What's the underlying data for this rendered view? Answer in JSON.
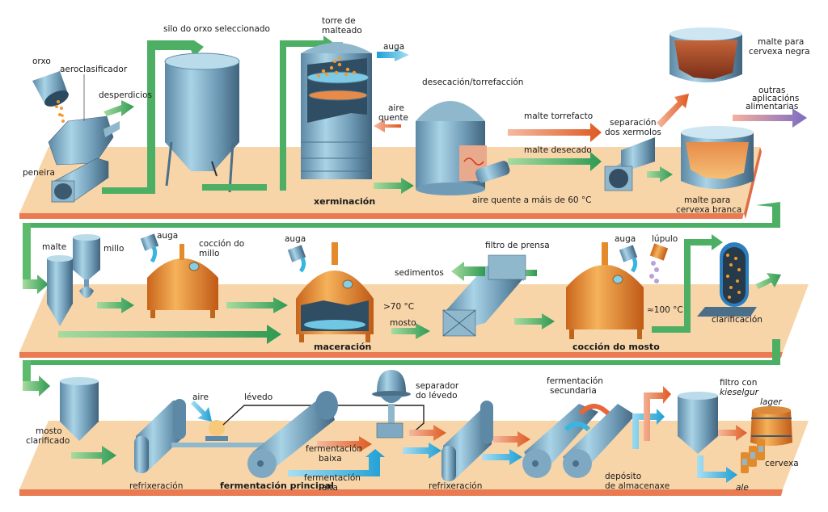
{
  "title": "Proceso de elaboración da cervexa",
  "colors": {
    "platform_top": "#f8d5a8",
    "platform_edge": "#e97a52",
    "flow_green": "#4caf64",
    "flow_orange": "#e8663a",
    "flow_blue": "#39b5e2",
    "flow_purple": "#8a6fc0",
    "tank_steel": "#7fa9c2",
    "copper": "#e38a2a"
  },
  "stages": [
    {
      "name": "malteado",
      "labels": {
        "orxo": "orxo",
        "aeroclasificador": "aeroclasificador",
        "desperdicios": "desperdicios",
        "peneira": "peneira",
        "silo": "silo do orxo seleccionado",
        "torre_1": "torre de",
        "torre_2": "malteado",
        "auga": "auga",
        "aire_1": "aire",
        "aire_2": "quente",
        "xerminacion": "xerminación",
        "desecacion": "desecación/torrefacción",
        "malte_torrefacto": "malte torrefacto",
        "malte_desecado": "malte desecado",
        "aire_quente_60": "aire quente a máis de 60 °C",
        "separacion_1": "separación",
        "separacion_2": "dos xermolos",
        "negra_1": "malte para",
        "negra_2": "cervexa negra",
        "outras_1": "outras",
        "outras_2": "aplicacións",
        "outras_3": "alimentarias",
        "branca_1": "malte para",
        "branca_2": "cervexa branca"
      }
    },
    {
      "name": "mosto",
      "labels": {
        "malte": "malte",
        "millo": "millo",
        "auga1": "auga",
        "coccion_millo_1": "cocción do",
        "coccion_millo_2": "millo",
        "auga2": "auga",
        "maceracion": "maceración",
        "temp70": ">70 °C",
        "mosto": "mosto",
        "filtro": "filtro de prensa",
        "sedimentos": "sedimentos",
        "auga3": "auga",
        "lupulo": "lúpulo",
        "temp100": "≈100 °C",
        "coccion_mosto": "cocción do mosto",
        "clarificacion": "clarificación"
      }
    },
    {
      "name": "fermentacion",
      "labels": {
        "mosto_clar_1": "mosto",
        "mosto_clar_2": "clarificado",
        "aire": "aire",
        "levedo": "lévedo",
        "refrixeracion1": "refrixeración",
        "ferm_principal": "fermentación principal",
        "separador_1": "separador",
        "separador_2": "do lévedo",
        "ferm_baixa_1": "fermentación",
        "ferm_baixa_2": "baixa",
        "ferm_alta_1": "fermentación",
        "ferm_alta_2": "alta",
        "refrixeracion2": "refrixeración",
        "ferm_sec_1": "fermentación",
        "ferm_sec_2": "secundaria",
        "deposito_1": "depósito",
        "deposito_2": "de almacenaxe",
        "filtro_1": "filtro con",
        "filtro_2": "kieselgur",
        "lager": "lager",
        "cervexa": "cervexa",
        "ale": "ale"
      }
    }
  ]
}
